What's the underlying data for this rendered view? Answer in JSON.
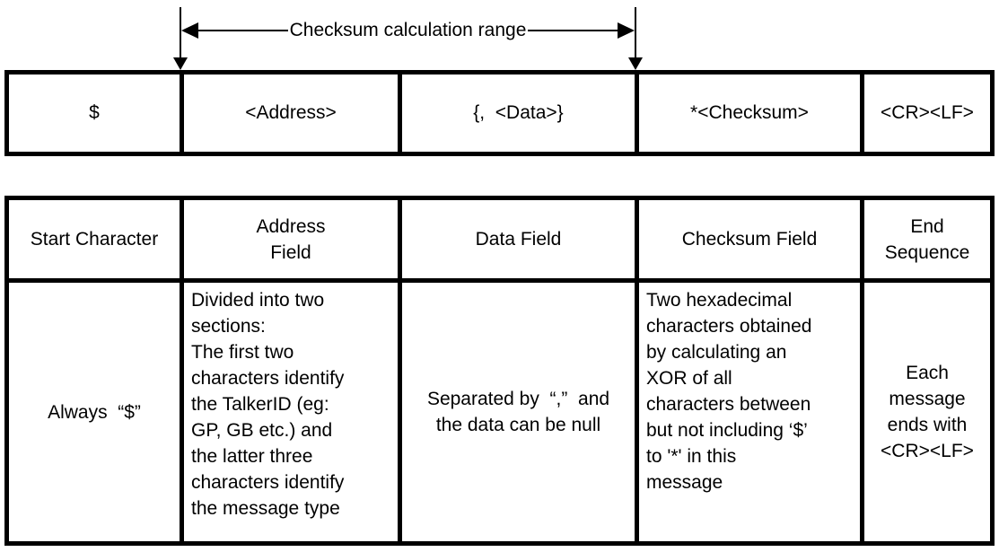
{
  "annotation": {
    "range_label": "Checksum calculation range"
  },
  "message_format": {
    "fields": [
      "$",
      "<Address>",
      "{,  <Data>}",
      "*<Checksum>",
      "<CR><LF>"
    ]
  },
  "description_table": {
    "headers": [
      "Start Character",
      "Address\nField",
      "Data Field",
      "Checksum Field",
      "End\nSequence"
    ],
    "cells": [
      "Always  “$”",
      "Divided into two\nsections:\nThe first two\ncharacters identify\nthe TalkerID (eg:\nGP, GB etc.) and\nthe latter three\ncharacters identify\nthe message type",
      "Separated by  “,”  and\nthe data can be null",
      "Two hexadecimal\ncharacters obtained\nby calculating an\nXOR of all\ncharacters between\nbut not including ‘$’\nto '*' in this\nmessage",
      "Each\nmessage\nends with\n<CR><LF>"
    ]
  },
  "colors": {
    "background": "#ffffff",
    "line": "#000000",
    "text": "#000000"
  }
}
